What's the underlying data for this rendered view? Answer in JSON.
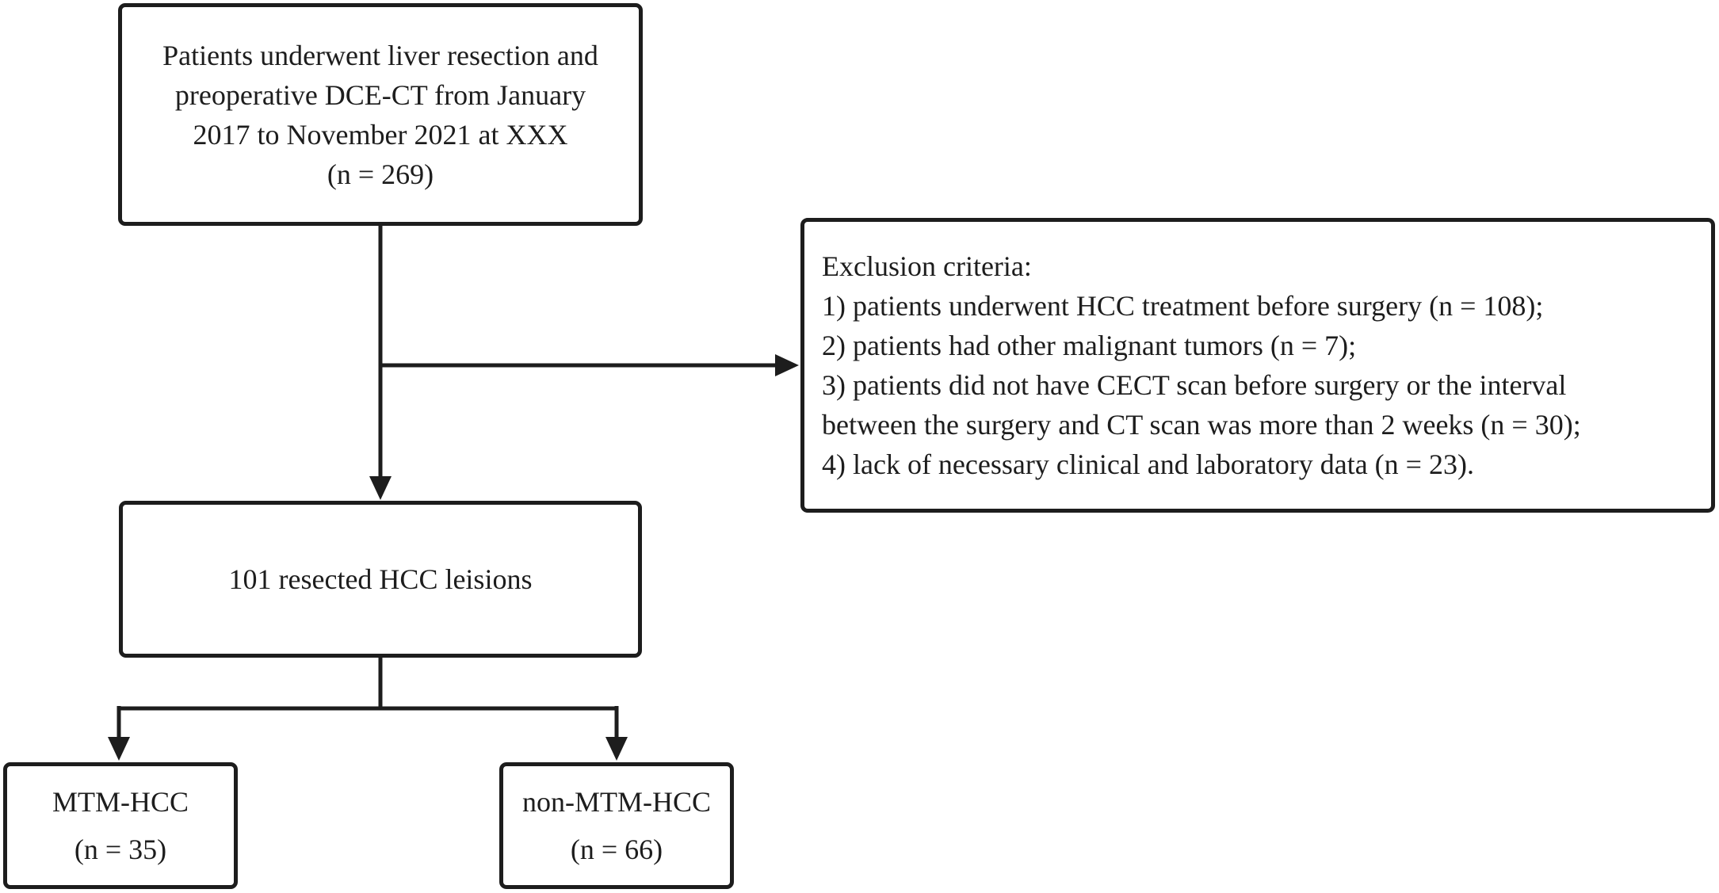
{
  "figure": {
    "type": "flowchart",
    "title": "Patient selection flow diagram",
    "background_color": "#ffffff",
    "line_color": "#1d1d1d",
    "text_color": "#1d1d1d",
    "box_fill_color": "#ffffff"
  },
  "nodes": {
    "initial": {
      "lines": [
        "Patients underwent liver resection and",
        "preoperative DCE-CT from January",
        "2017 to November 2021 at XXX",
        "(n = 269)"
      ],
      "n": 269
    },
    "exclusion": {
      "lines": [
        "Exclusion criteria:",
        "1) patients underwent HCC treatment before surgery (n = 108);",
        "2) patients had other malignant tumors (n = 7);",
        "3) patients did not have CECT scan before surgery or the interval",
        "between the surgery and CT scan was more than 2 weeks (n = 30);",
        "4) lack of necessary clinical and laboratory data (n = 23)."
      ],
      "counts": {
        "hcc_treatment_before_surgery": 108,
        "other_malignant_tumors": 7,
        "no_cect_or_interval_over_2_weeks": 30,
        "lack_of_clinical_laboratory_data": 23
      }
    },
    "resected": {
      "lines": [
        "101 resected HCC leisions"
      ],
      "n": 101
    },
    "mtm": {
      "lines": [
        "MTM-HCC",
        "(n = 35)"
      ],
      "n": 35
    },
    "non_mtm": {
      "lines": [
        "non-MTM-HCC",
        "(n = 66)"
      ],
      "n": 66
    }
  }
}
